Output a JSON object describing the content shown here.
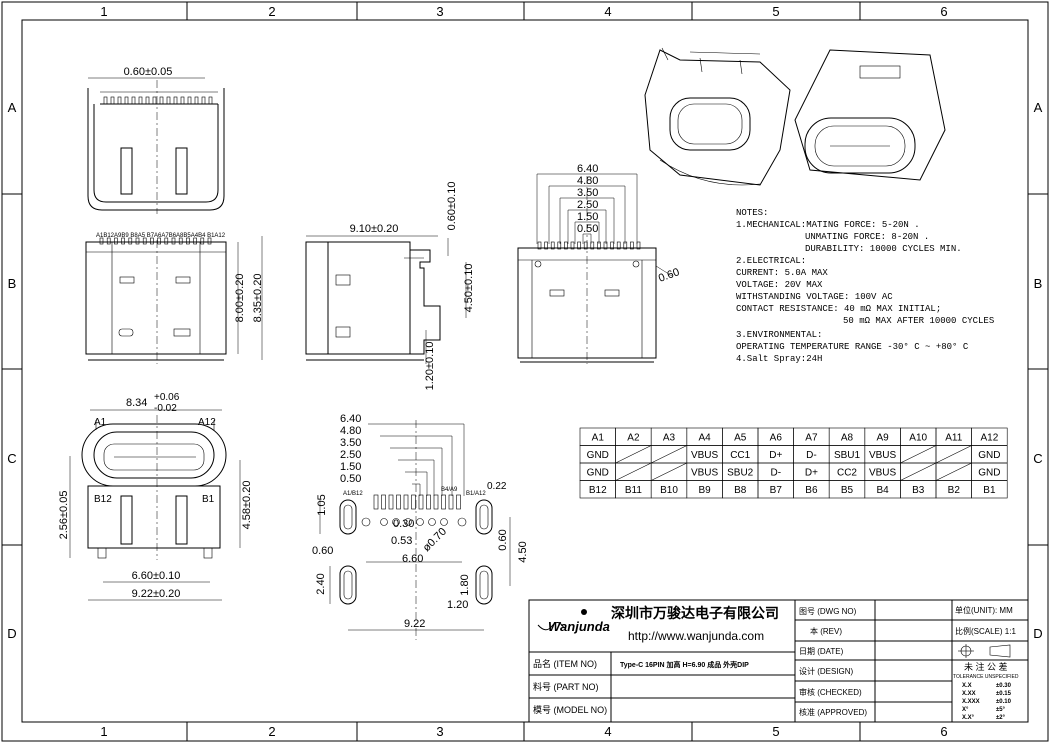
{
  "frame": {
    "cols": [
      "1",
      "2",
      "3",
      "4",
      "5",
      "6"
    ],
    "rows": [
      "A",
      "B",
      "C",
      "D"
    ]
  },
  "views": {
    "top": {
      "pitch": "0.60±0.05"
    },
    "front": {
      "pin_labels": "A1B12A9B9 B8A5 B7A6A7B6A8B5A4B4 B1A12",
      "h1": "8.00±0.20",
      "h2": "8.35±0.20"
    },
    "side": {
      "len": "9.10±0.20",
      "tab": "0.60±0.10",
      "h": "4.50±0.10",
      "gap": "1.20±0.10"
    },
    "rear": {
      "dims": [
        "6.40",
        "4.80",
        "3.50",
        "2.50",
        "1.50",
        "0.50"
      ],
      "corner": "0.60"
    },
    "bottom": {
      "w_top": "8.34",
      "tol_up": "+0.06",
      "tol_dn": "-0.02",
      "a1": "A1",
      "a12": "A12",
      "b12": "B12",
      "b1": "B1",
      "h_left": "2.56±0.05",
      "h_right": "4.58±0.20",
      "w_inner": "6.60±0.10",
      "w_outer": "9.22±0.20"
    },
    "footprint": {
      "dims": [
        "6.40",
        "4.80",
        "3.50",
        "2.50",
        "1.50",
        "0.50"
      ],
      "label_left": "A1/B12",
      "label_mid": "B4/A9",
      "label_right": "B1/A12",
      "pad_h": "1.05",
      "pad_22": "0.22",
      "d030": "0.30",
      "d053": "0.53",
      "hole": "ø0.70",
      "w660": "6.60",
      "d060": "0.60",
      "d450": "4.50",
      "slot_w": "0.60",
      "slot_h": "2.40",
      "slot_h2": "1.80",
      "slot_w2": "1.20",
      "w922": "9.22"
    }
  },
  "notes": [
    "NOTES:",
    "1.MECHANICAL:MATING FORCE: 5-20N .",
    "UNMATING FORCE: 8-20N .",
    "DURABILITY: 10000 CYCLES MIN.",
    "2.ELECTRICAL:",
    "CURRENT: 5.0A MAX",
    "VOLTAGE: 20V MAX",
    "WITHSTANDING VOLTAGE: 100V AC",
    "CONTACT RESISTANCE: 40 mΩ MAX INITIAL;",
    "50 mΩ MAX AFTER 10000 CYCLES",
    "3.ENVIRONMENTAL:",
    "OPERATING TEMPERATURE RANGE -30° C ~ +80° C",
    "4.Salt Spray:24H"
  ],
  "pin_table": {
    "rows": [
      [
        "A1",
        "A2",
        "A3",
        "A4",
        "A5",
        "A6",
        "A7",
        "A8",
        "A9",
        "A10",
        "A11",
        "A12"
      ],
      [
        "GND",
        "",
        "",
        "VBUS",
        "CC1",
        "D+",
        "D-",
        "SBU1",
        "VBUS",
        "",
        "",
        "GND"
      ],
      [
        "GND",
        "",
        "",
        "VBUS",
        "SBU2",
        "D-",
        "D+",
        "CC2",
        "VBUS",
        "",
        "",
        "GND"
      ],
      [
        "B12",
        "B11",
        "B10",
        "B9",
        "B8",
        "B7",
        "B6",
        "B5",
        "B4",
        "B3",
        "B2",
        "B1"
      ]
    ]
  },
  "title_block": {
    "logo": "Wanjunda",
    "company": "深圳市万骏达电子有限公司",
    "url": "http://www.wanjunda.com",
    "item_label": "品名 (ITEM NO)",
    "item_value": "Type-C 16PIN 加高 H=6.90 成品 外壳DIP",
    "part_label": "料号 (PART NO)",
    "model_label": "模号 (MODEL NO)",
    "dwg_label": "图号 (DWG NO)",
    "rev_label": "本 (REV)",
    "date_label": "日期 (DATE)",
    "design_label": "设计 (DESIGN)",
    "checked_label": "审核 (CHECKED)",
    "approved_label": "核准 (APPROVED)",
    "unit_label": "单位(UNIT): MM",
    "scale_label": "比例(SCALE) 1:1",
    "tol_title": "未 注 公 差",
    "tol_sub": "TOLERANCE UNSPECIFIED",
    "tol_rows": [
      [
        "X.X",
        "±0.30"
      ],
      [
        "X.XX",
        "±0.15"
      ],
      [
        "X.XXX",
        "±0.10"
      ],
      [
        "X°",
        "±5°"
      ],
      [
        "X.X°",
        "±2°"
      ]
    ]
  }
}
